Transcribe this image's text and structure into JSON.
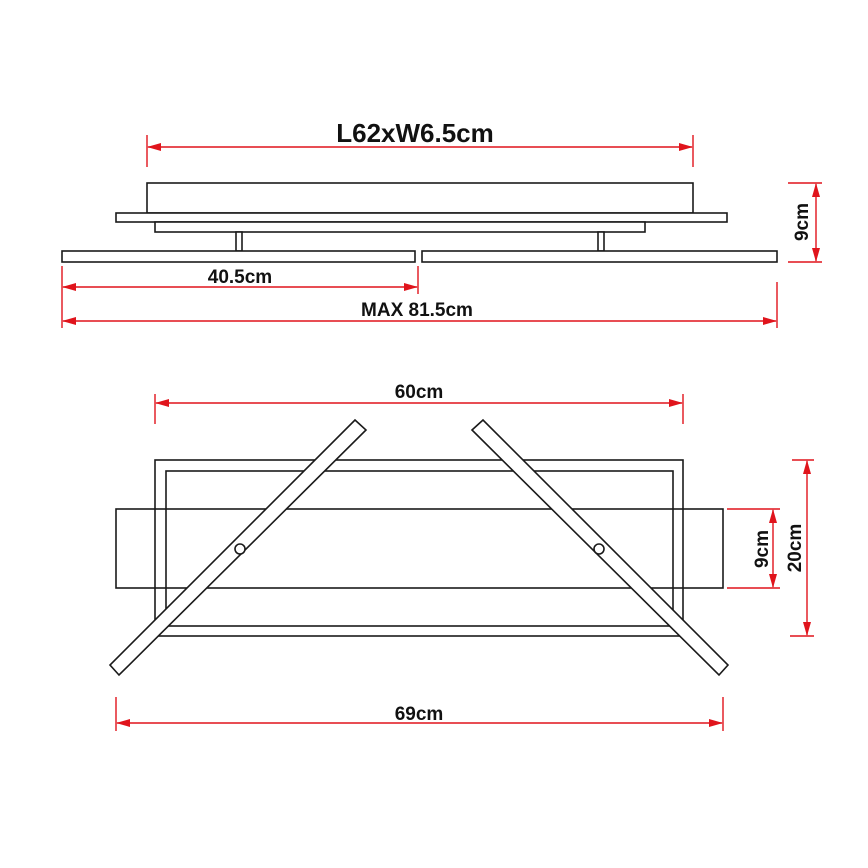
{
  "colors": {
    "dimension": "#e0141c",
    "outline": "#1a1a1a",
    "background": "#ffffff"
  },
  "side_view": {
    "top_length_label": "L62xW6.5cm",
    "height_label": "9cm",
    "bar_length_label": "40.5cm",
    "max_length_label": "MAX 81.5cm"
  },
  "top_view": {
    "inner_width_label": "60cm",
    "body_height_label": "9cm",
    "total_height_label": "20cm",
    "total_width_label": "69cm"
  }
}
